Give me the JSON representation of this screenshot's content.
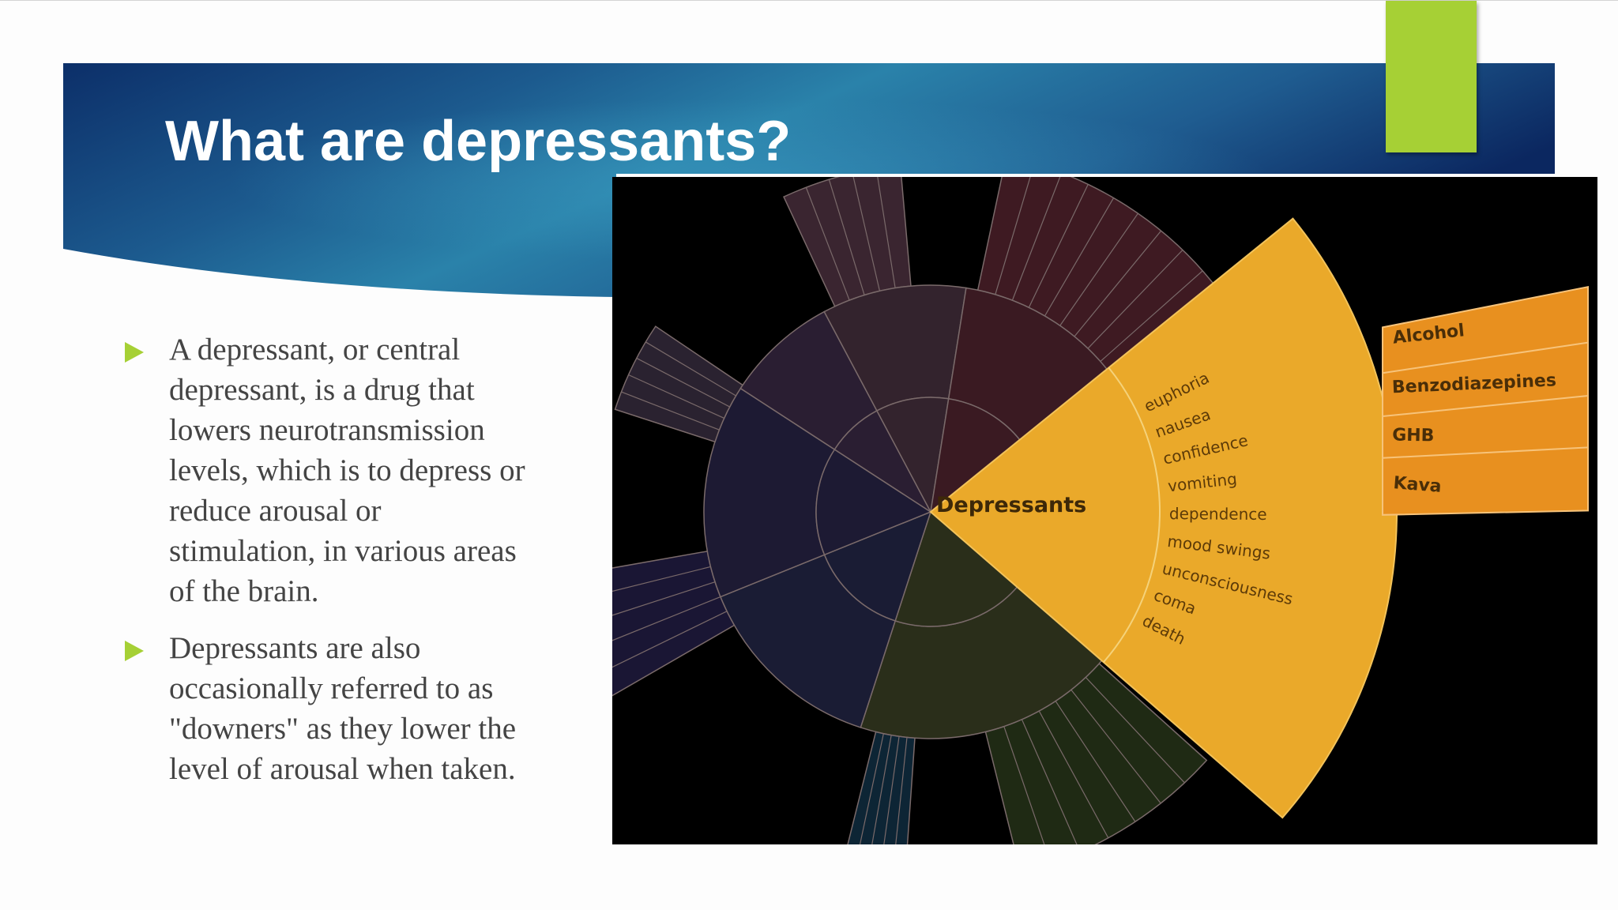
{
  "slide": {
    "title": "What are depressants?",
    "bullets": [
      {
        "lines": [
          "A depressant, or central",
          "depressant, is a drug that",
          "lowers neurotransmission",
          "levels, which is to depress or",
          "reduce arousal or",
          "stimulation, in various areas",
          "of the brain."
        ]
      },
      {
        "lines": [
          "Depressants are also",
          "occasionally referred to as",
          "\"downers\" as they lower the",
          "level of arousal when taken."
        ]
      }
    ]
  },
  "colors": {
    "header_dark": "#0b2a64",
    "header_mid": "#1f5d8f",
    "header_light": "#2e87ad",
    "accent_green": "#a6d035",
    "bullet_green": "#a6d035",
    "body_text": "#444444",
    "depressants_fill": "#eaa92a",
    "drugs_fill": "#e8901f"
  },
  "diagram": {
    "center_label": "Depressants",
    "effects": [
      "euphoria",
      "nausea",
      "confidence",
      "vomiting",
      "dependence",
      "mood swings",
      "unconsciousness",
      "coma",
      "death"
    ],
    "drugs": [
      "Alcohol",
      "Benzodiazepines",
      "GHB",
      "Kava"
    ]
  }
}
